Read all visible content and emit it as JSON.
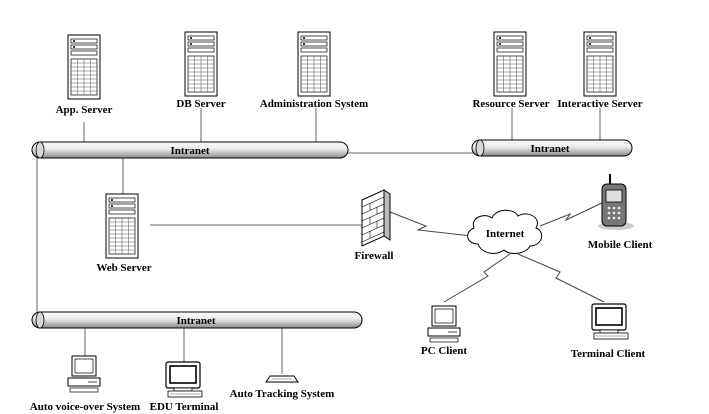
{
  "nodes": {
    "app_server": "App. Server",
    "db_server": "DB Server",
    "admin_system": "Administration  System",
    "resource_server": "Resource Server",
    "interactive_server": "Interactive Server",
    "web_server": "Web Server",
    "firewall": "Firewall",
    "internet": "Internet",
    "mobile_client": "Mobile Client",
    "pc_client": "PC Client",
    "terminal_client": "Terminal Client",
    "auto_voiceover": "Auto voice-over System",
    "edu_terminal": "EDU Terminal",
    "auto_tracking": "Auto Tracking System"
  },
  "networks": {
    "intranet_top_left": "Intranet",
    "intranet_top_right": "Intranet",
    "intranet_bottom": "Intranet"
  }
}
